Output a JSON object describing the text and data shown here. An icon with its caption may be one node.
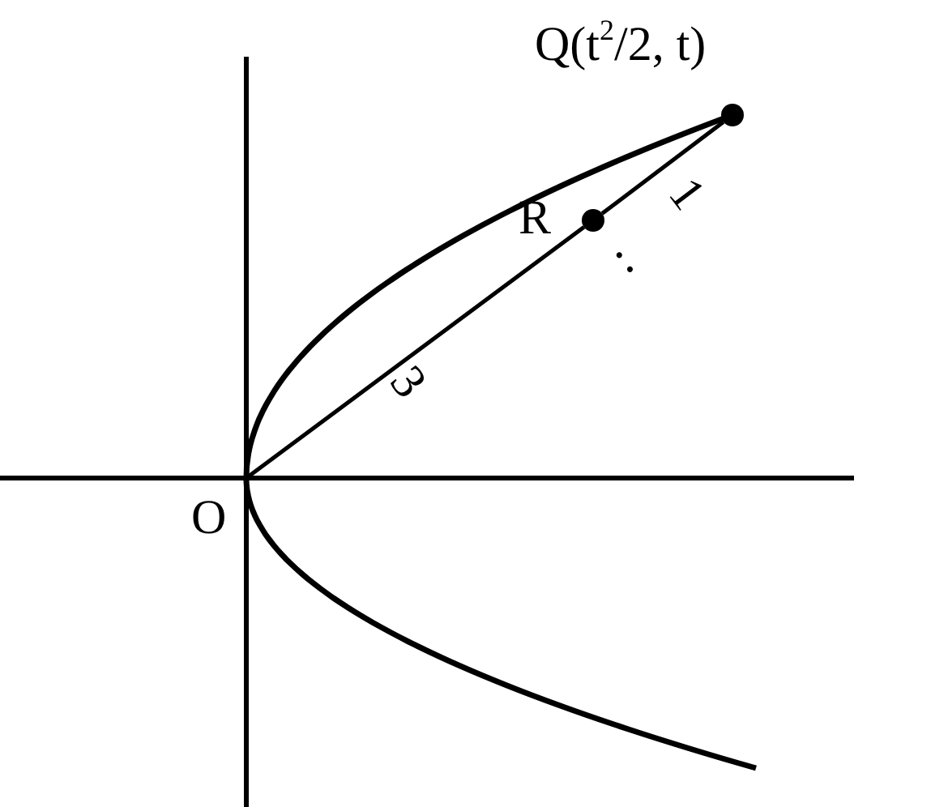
{
  "diagram": {
    "nodes": [
      {
        "text": [
          "O"
        ]
      },
      {
        "text": [
          "R"
        ]
      },
      {
        "text": [
          "Q(t$^{2}$/2, t)"
        ]
      }
    ],
    "edges": [
      {
        "from": 0,
        "to": 1,
        "arrow": "none",
        "label": "3"
      },
      {
        "from": 1,
        "to": 2,
        "arrow": "none",
        "label": "1"
      }
    ],
    "labels": [
      ":"
    ]
  }
}
